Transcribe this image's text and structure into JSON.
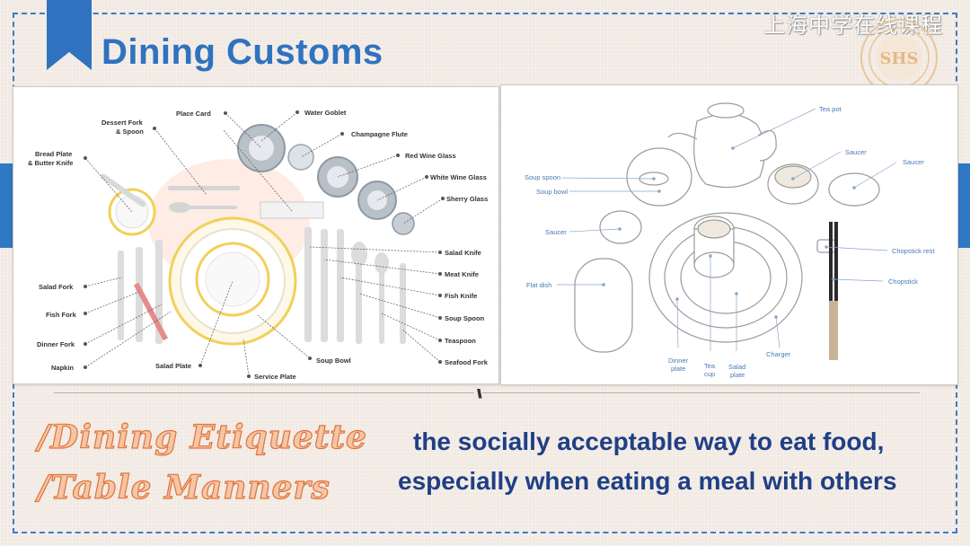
{
  "title": "Dining Customs",
  "school_name": "上海中学在线课程",
  "icons": {
    "ribbon": "bookmark-ribbon-icon",
    "seal": "shs-seal-logo",
    "divider": "triple-slash-icon"
  },
  "colors": {
    "accent_blue": "#2f72c0",
    "frame_blue": "#3a7cc9",
    "definition_navy": "#1f3f86",
    "fancy_orange": "#e0733a",
    "background": "#f1e9e2"
  },
  "western_labels": {
    "place_card": "Place Card",
    "water_goblet": "Water Goblet",
    "dessert_fork_1": "Dessert Fork",
    "dessert_fork_2": "& Spoon",
    "champagne_flute": "Champagne Flute",
    "bread_plate_1": "Bread Plate",
    "bread_plate_2": "& Butter Knife",
    "red_wine_glass": "Red Wine Glass",
    "white_wine_glass": "White Wine Glass",
    "sherry_glass": "Sherry Glass",
    "salad_knife": "Salad Knife",
    "meat_knife": "Meat Knife",
    "salad_fork": "Salad Fork",
    "fish_knife": "Fish Knife",
    "fish_fork": "Fish Fork",
    "soup_spoon": "Soup Spoon",
    "dinner_fork": "Dinner Fork",
    "teaspoon": "Teaspoon",
    "napkin": "Napkin",
    "seafood_fork": "Seafood Fork",
    "salad_plate": "Salad Plate",
    "soup_bowl": "Soup Bowl",
    "service_plate": "Service Plate"
  },
  "chinese_labels": {
    "tea_pot": "Tea pot",
    "saucer_1": "Saucer",
    "saucer_2": "Saucer",
    "soup_spoon": "Soup spoon",
    "soup_bowl": "Soup bowl",
    "saucer_3": "Saucer",
    "chopstick_rest": "Chopstick rest",
    "flat_dish": "Flat dish",
    "chopstick": "Chopstick",
    "dinner_plate_1": "Dinner",
    "dinner_plate_2": "plate",
    "tea_cup_1": "Tea",
    "tea_cup_2": "cup",
    "salad_plate_1": "Salad",
    "salad_plate_2": "plate",
    "charger": "Charger"
  },
  "terms": {
    "term1": "/Dining Etiquette",
    "term2": "/Table Manners"
  },
  "definition": {
    "line1": "the socially acceptable way to eat food,",
    "line2": "especially when eating a meal with others"
  }
}
